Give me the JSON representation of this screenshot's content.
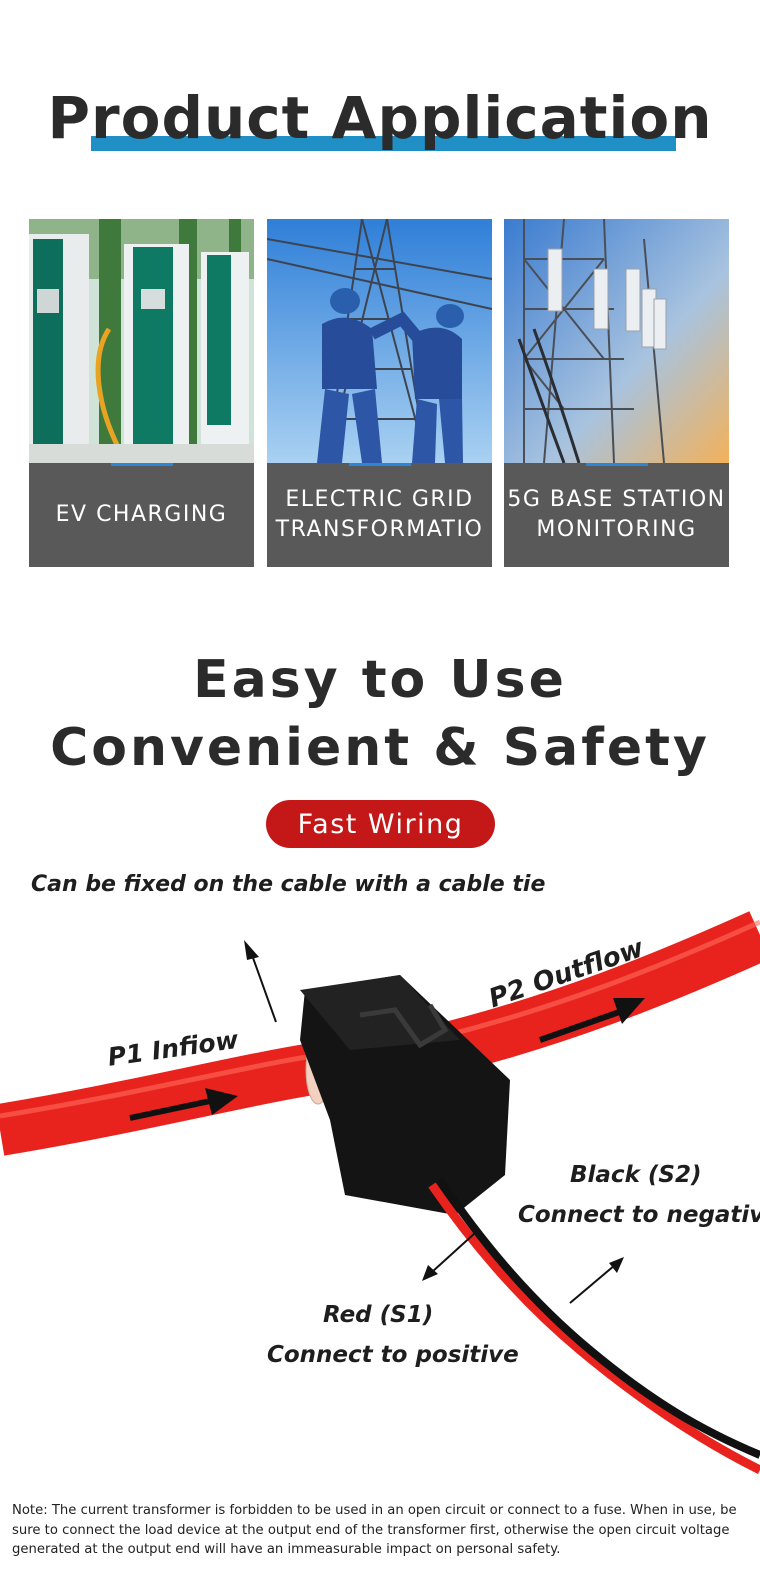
{
  "section_title": "Product Application",
  "applications": [
    {
      "label": "EV CHARGING"
    },
    {
      "label": "ELECTRIC GRID\nTRANSFORMATIO"
    },
    {
      "label": "5G BASE STATION\nMONITORING"
    }
  ],
  "heading_line1": "Easy to Use",
  "heading_line2": "Convenient & Safety",
  "badge": "Fast Wiring",
  "cable_tie_text": "Can be fixed on the cable with a cable tie",
  "labels": {
    "p1": "P1 Infiow",
    "p2": "P2 Outflow",
    "black_title": "Black  (S2)",
    "black_desc": "Connect to negative",
    "red_title": "Red  (S1)",
    "red_desc": "Connect to positive"
  },
  "note": "Note: The current transformer is forbidden to be used in an open circuit or connect to a fuse. When in use, be sure to connect the load device at the output end of the transformer first, otherwise the open circuit voltage generated at the output end will have an immeasurable impact on personal safety.",
  "colors": {
    "accent_blue": "#1f8fc6",
    "badge_red": "#c41717",
    "card_gray": "#595959",
    "cable_red": "#e8231e"
  }
}
